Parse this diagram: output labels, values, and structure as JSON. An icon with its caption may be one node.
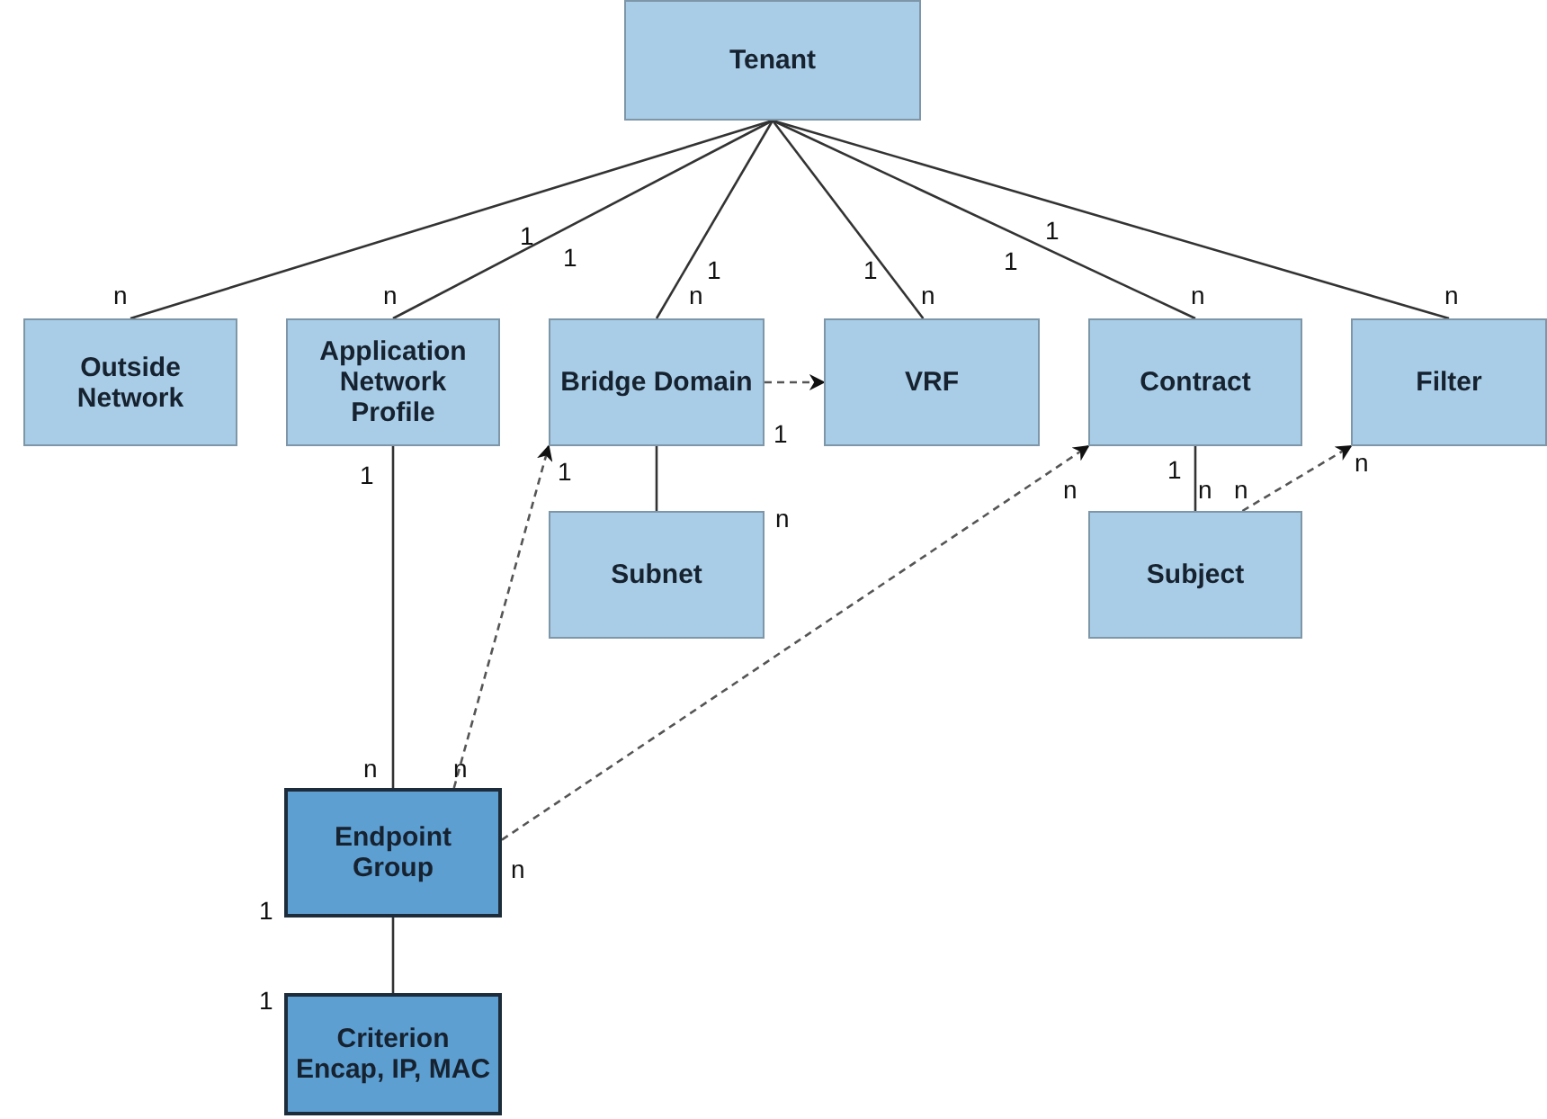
{
  "diagram": {
    "nodes": [
      {
        "text": [
          "Tenant"
        ]
      },
      {
        "text": [
          "Outside Network"
        ]
      },
      {
        "text": [
          "Application Network Profile"
        ]
      },
      {
        "text": [
          "Bridge Domain"
        ]
      },
      {
        "text": [
          "VRF"
        ]
      },
      {
        "text": [
          "Contract"
        ]
      },
      {
        "text": [
          "Filter"
        ]
      },
      {
        "text": [
          "Subnet"
        ]
      },
      {
        "text": [
          "Subject"
        ]
      },
      {
        "text": [
          "Endpoint Group"
        ]
      },
      {
        "text": [
          "Criterion Encap, IP, MAC"
        ]
      }
    ],
    "edges": [
      {
        "from": 0,
        "to": 1,
        "arrow": "none"
      },
      {
        "from": 0,
        "to": 2,
        "arrow": "none"
      },
      {
        "from": 0,
        "to": 3,
        "arrow": "none"
      },
      {
        "from": 0,
        "to": 4,
        "arrow": "none"
      },
      {
        "from": 0,
        "to": 5,
        "arrow": "none"
      },
      {
        "from": 0,
        "to": 6,
        "arrow": "none"
      },
      {
        "from": 3,
        "to": 4,
        "arrow": "to",
        "style": "dashed"
      },
      {
        "from": 3,
        "to": 7,
        "arrow": "none"
      },
      {
        "from": 5,
        "to": 8,
        "arrow": "none"
      },
      {
        "from": 8,
        "to": 6,
        "arrow": "to",
        "style": "dashed"
      },
      {
        "from": 2,
        "to": 9,
        "arrow": "none"
      },
      {
        "from": 9,
        "to": 3,
        "arrow": "to",
        "style": "dashed"
      },
      {
        "from": 9,
        "to": 5,
        "arrow": "to",
        "style": "dashed"
      },
      {
        "from": 9,
        "to": 10,
        "arrow": "none"
      }
    ],
    "labels": [
      "1",
      "1",
      "1",
      "1",
      "1",
      "1",
      "n",
      "n",
      "n",
      "n",
      "n",
      "n",
      "1",
      "1",
      "1",
      "n",
      "1",
      "n",
      "n",
      "n",
      "n",
      "n",
      "n",
      "n",
      "1",
      "1"
    ]
  }
}
